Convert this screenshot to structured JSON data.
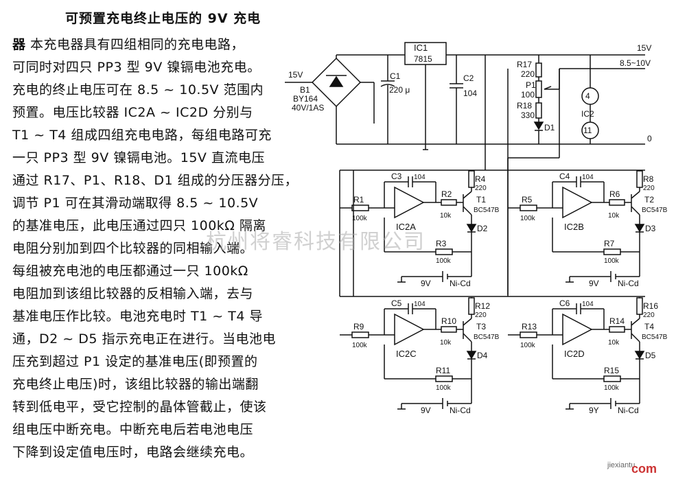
{
  "article": {
    "title": "可预置充电终止电压的 9V 充电",
    "lines": [
      {
        "lead": "器",
        "text": "  本充电器具有四组相同的充电电路，"
      },
      {
        "lead": "",
        "text": "可同时对四只 PP3 型 9V 镍镉电池充电。"
      },
      {
        "lead": "",
        "text": "充电的终止电压可在 8.5 ~ 10.5V 范围内"
      },
      {
        "lead": "",
        "text": "预置。电压比较器 IC2A ~ IC2D 分别与"
      },
      {
        "lead": "",
        "text": "T1 ~ T4 组成四组充电电路，每组电路可充"
      },
      {
        "lead": "",
        "text": "一只 PP3 型 9V 镍镉电池。15V 直流电压"
      },
      {
        "lead": "",
        "text": "通过 R17、P1、R18、D1 组成的分压器分压，"
      },
      {
        "lead": "",
        "text": "调节 P1 可在其滑动端取得 8.5 ~ 10.5V"
      },
      {
        "lead": "",
        "text": "的基准电压，此电压通过四只 100kΩ 隔离"
      },
      {
        "lead": "",
        "text": "电阻分别加到四个比较器的同相输入端。"
      },
      {
        "lead": "",
        "text": "每组被充电池的电压都通过一只 100kΩ"
      },
      {
        "lead": "",
        "text": "电阻加到该组比较器的反相输入端，去与"
      },
      {
        "lead": "",
        "text": "基准电压作比较。电池充电时 T1 ~ T4 导"
      },
      {
        "lead": "",
        "text": "通，D2 ~ D5 指示充电正在进行。当电池电"
      },
      {
        "lead": "",
        "text": "压充到超过 P1 设定的基准电压(即预置的"
      },
      {
        "lead": "",
        "text": "充电终止电压)时，该组比较器的输出端翻"
      },
      {
        "lead": "",
        "text": "转到低电平，受它控制的晶体管截止，使该"
      },
      {
        "lead": "",
        "text": "组电压中断充电。中断充电后若电池电压"
      },
      {
        "lead": "",
        "text": "下降到设定值电压时，电路会继续充电。"
      }
    ]
  },
  "schematic": {
    "supply": {
      "ic1": "IC1",
      "ic1_part": "7815",
      "out_15v": "15V",
      "out_ref": "8.5~10V",
      "gnd": "0",
      "in_15v": "15V"
    },
    "bridge": {
      "name": "B1",
      "part": "BY164",
      "rating": "40V/1AS"
    },
    "c1": {
      "name": "C1",
      "value": "220 μ"
    },
    "c2": {
      "name": "C2",
      "value": "104"
    },
    "r17": {
      "name": "R17",
      "value": "220"
    },
    "p1": {
      "name": "P1",
      "value": "100"
    },
    "r18": {
      "name": "R18",
      "value": "330"
    },
    "d1": "D1",
    "ic2": {
      "name": "IC2",
      "pin4": "4",
      "pin11": "11"
    },
    "channels": [
      {
        "cap": "C3",
        "cval": "104",
        "rin": "R1",
        "rinv": "100k",
        "ic": "IC2A",
        "rb": "R2",
        "rbv": "10k",
        "rc": "R4",
        "rcv": "220",
        "t": "T1",
        "tpart": "BC547B",
        "d": "D2",
        "rf": "R3",
        "rfv": "100k",
        "bat": "9V",
        "batt": "Ni-Cd"
      },
      {
        "cap": "C4",
        "cval": "104",
        "rin": "R5",
        "rinv": "100k",
        "ic": "IC2B",
        "rb": "R6",
        "rbv": "10k",
        "rc": "R8",
        "rcv": "220",
        "t": "T2",
        "tpart": "BC547B",
        "d": "D3",
        "rf": "R7",
        "rfv": "100k",
        "bat": "9V",
        "batt": "Ni-Cd"
      },
      {
        "cap": "C5",
        "cval": "104",
        "rin": "R9",
        "rinv": "100k",
        "ic": "IC2C",
        "rb": "R10",
        "rbv": "10k",
        "rc": "R12",
        "rcv": "220",
        "t": "T3",
        "tpart": "BC547B",
        "d": "D4",
        "rf": "R11",
        "rfv": "100k",
        "bat": "9V",
        "batt": "Ni-Cd"
      },
      {
        "cap": "C6",
        "cval": "104",
        "rin": "R13",
        "rinv": "100k",
        "ic": "IC2D",
        "rb": "R14",
        "rbv": "10k",
        "rc": "R16",
        "rcv": "220",
        "t": "T4",
        "tpart": "BC547B",
        "d": "D5",
        "rf": "R15",
        "rfv": "100k",
        "bat": "9Y",
        "batt": "Ni-Cd"
      }
    ]
  },
  "watermark": "杭州将睿科技有限公司",
  "footer": {
    "site": "jiexiantu",
    "logo": "com"
  }
}
